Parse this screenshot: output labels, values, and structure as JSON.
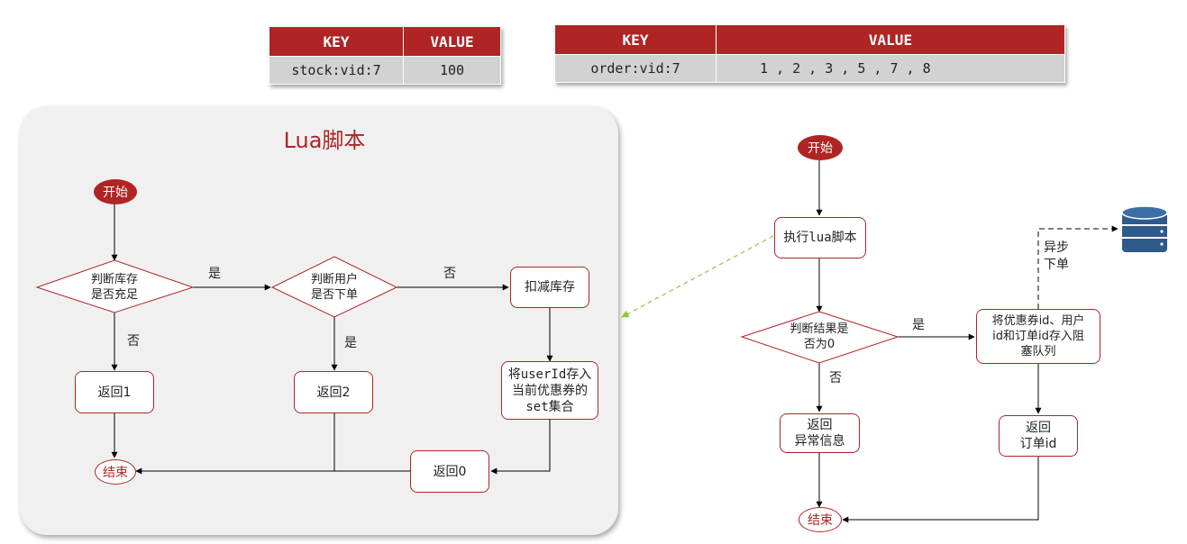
{
  "tables": {
    "stock": {
      "headers": [
        "KEY",
        "VALUE"
      ],
      "row": [
        "stock:vid:7",
        "100"
      ]
    },
    "order": {
      "headers": [
        "KEY",
        "VALUE"
      ],
      "row": [
        "order:vid:7",
        "1 , 2 , 3 , 5 , 7 , 8"
      ]
    }
  },
  "lua": {
    "title": "Lua脚本",
    "start": "开始",
    "check_stock": [
      "判断库存",
      "是否充足"
    ],
    "check_user": [
      "判断用户",
      "是否下单"
    ],
    "deduct": "扣减库存",
    "save_user": [
      "将userId存入",
      "当前优惠券的",
      "set集合"
    ],
    "return1": "返回1",
    "return2": "返回2",
    "return0": "返回0",
    "end": "结束",
    "label_yes_1": "是",
    "label_no_1": "否",
    "label_no_2": "否",
    "label_yes_2": "是"
  },
  "flow": {
    "start": "开始",
    "exec": "执行lua脚本",
    "check_result": [
      "判断结果是",
      "否为0"
    ],
    "enqueue": [
      "将优惠券id、用户",
      "id和订单id存入阻",
      "塞队列"
    ],
    "return_error": [
      "返回",
      "异常信息"
    ],
    "return_order": [
      "返回",
      "订单id"
    ],
    "end": "结束",
    "label_yes": "是",
    "label_no": "否",
    "async": [
      "异步",
      "下单"
    ]
  },
  "colors": {
    "accent": "#b02424",
    "panel": "#f0f0f0",
    "cell": "#d2d2d2",
    "db": "#2e5a8c",
    "dashed_green": "#8cc63f"
  },
  "icons": {
    "database": "database-icon"
  }
}
